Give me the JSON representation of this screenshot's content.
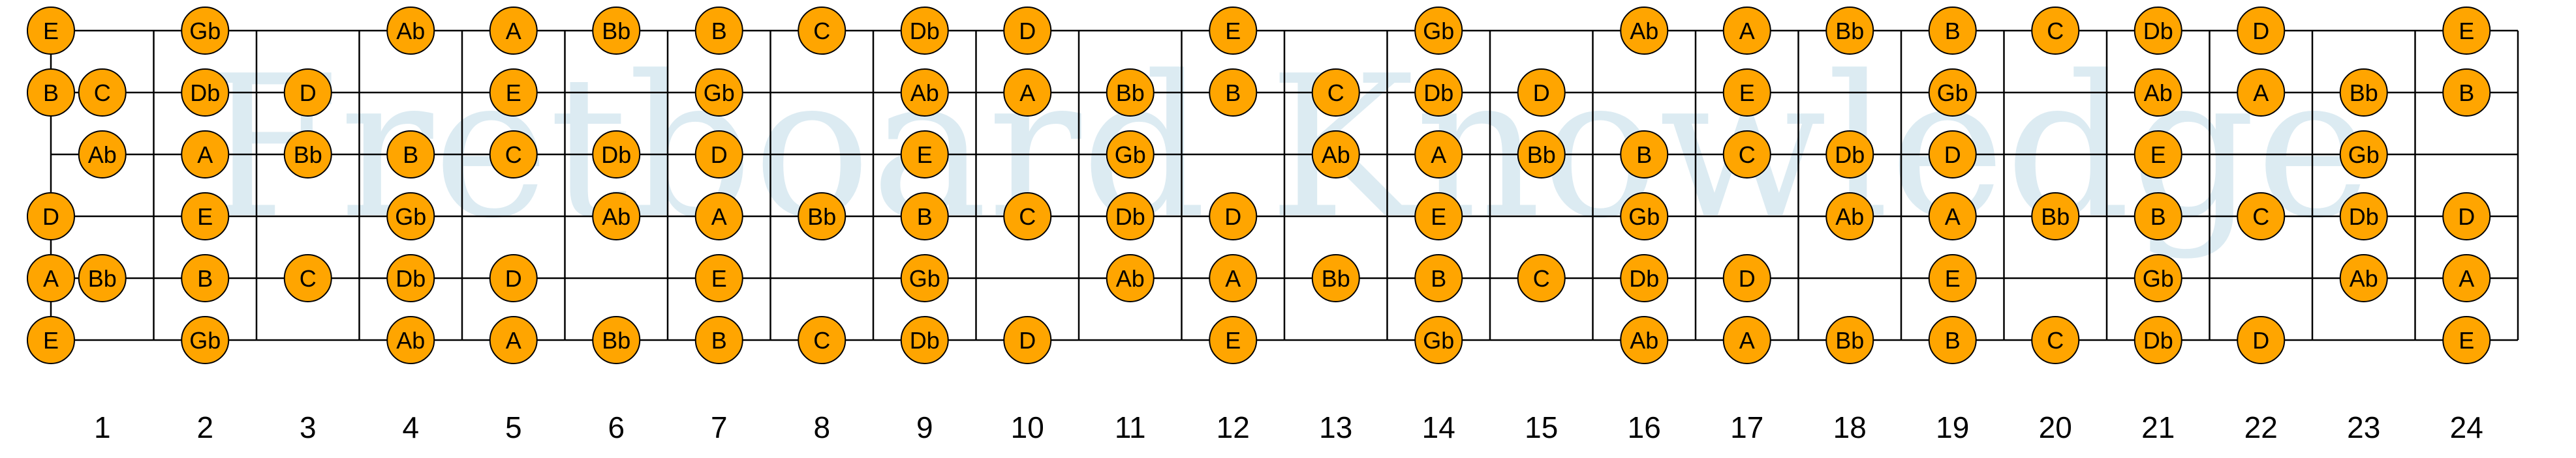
{
  "colors": {
    "note_fill": "#FFA500",
    "note_stroke": "#000000",
    "line": "#000000",
    "watermark": "#DCEBF2",
    "text": "#000000"
  },
  "watermark": {
    "text": "Fretboard Knowledge"
  },
  "fret_numbers": [
    "1",
    "2",
    "3",
    "4",
    "5",
    "6",
    "7",
    "8",
    "9",
    "10",
    "11",
    "12",
    "13",
    "14",
    "15",
    "16",
    "17",
    "18",
    "19",
    "20",
    "21",
    "22",
    "23",
    "24"
  ],
  "strings": [
    {
      "name": "high-e",
      "notes": [
        {
          "fret": 0,
          "note": "E"
        },
        {
          "fret": 2,
          "note": "Gb"
        },
        {
          "fret": 4,
          "note": "Ab"
        },
        {
          "fret": 5,
          "note": "A"
        },
        {
          "fret": 6,
          "note": "Bb"
        },
        {
          "fret": 7,
          "note": "B"
        },
        {
          "fret": 8,
          "note": "C"
        },
        {
          "fret": 9,
          "note": "Db"
        },
        {
          "fret": 10,
          "note": "D"
        },
        {
          "fret": 12,
          "note": "E"
        },
        {
          "fret": 14,
          "note": "Gb"
        },
        {
          "fret": 16,
          "note": "Ab"
        },
        {
          "fret": 17,
          "note": "A"
        },
        {
          "fret": 18,
          "note": "Bb"
        },
        {
          "fret": 19,
          "note": "B"
        },
        {
          "fret": 20,
          "note": "C"
        },
        {
          "fret": 21,
          "note": "Db"
        },
        {
          "fret": 22,
          "note": "D"
        },
        {
          "fret": 24,
          "note": "E"
        }
      ]
    },
    {
      "name": "b",
      "notes": [
        {
          "fret": 0,
          "note": "B"
        },
        {
          "fret": 1,
          "note": "C"
        },
        {
          "fret": 2,
          "note": "Db"
        },
        {
          "fret": 3,
          "note": "D"
        },
        {
          "fret": 5,
          "note": "E"
        },
        {
          "fret": 7,
          "note": "Gb"
        },
        {
          "fret": 9,
          "note": "Ab"
        },
        {
          "fret": 10,
          "note": "A"
        },
        {
          "fret": 11,
          "note": "Bb"
        },
        {
          "fret": 12,
          "note": "B"
        },
        {
          "fret": 13,
          "note": "C"
        },
        {
          "fret": 14,
          "note": "Db"
        },
        {
          "fret": 15,
          "note": "D"
        },
        {
          "fret": 17,
          "note": "E"
        },
        {
          "fret": 19,
          "note": "Gb"
        },
        {
          "fret": 21,
          "note": "Ab"
        },
        {
          "fret": 22,
          "note": "A"
        },
        {
          "fret": 23,
          "note": "Bb"
        },
        {
          "fret": 24,
          "note": "B"
        }
      ]
    },
    {
      "name": "g",
      "notes": [
        {
          "fret": 1,
          "note": "Ab"
        },
        {
          "fret": 2,
          "note": "A"
        },
        {
          "fret": 3,
          "note": "Bb"
        },
        {
          "fret": 4,
          "note": "B"
        },
        {
          "fret": 5,
          "note": "C"
        },
        {
          "fret": 6,
          "note": "Db"
        },
        {
          "fret": 7,
          "note": "D"
        },
        {
          "fret": 9,
          "note": "E"
        },
        {
          "fret": 11,
          "note": "Gb"
        },
        {
          "fret": 13,
          "note": "Ab"
        },
        {
          "fret": 14,
          "note": "A"
        },
        {
          "fret": 15,
          "note": "Bb"
        },
        {
          "fret": 16,
          "note": "B"
        },
        {
          "fret": 17,
          "note": "C"
        },
        {
          "fret": 18,
          "note": "Db"
        },
        {
          "fret": 19,
          "note": "D"
        },
        {
          "fret": 21,
          "note": "E"
        },
        {
          "fret": 23,
          "note": "Gb"
        }
      ]
    },
    {
      "name": "d",
      "notes": [
        {
          "fret": 0,
          "note": "D"
        },
        {
          "fret": 2,
          "note": "E"
        },
        {
          "fret": 4,
          "note": "Gb"
        },
        {
          "fret": 6,
          "note": "Ab"
        },
        {
          "fret": 7,
          "note": "A"
        },
        {
          "fret": 8,
          "note": "Bb"
        },
        {
          "fret": 9,
          "note": "B"
        },
        {
          "fret": 10,
          "note": "C"
        },
        {
          "fret": 11,
          "note": "Db"
        },
        {
          "fret": 12,
          "note": "D"
        },
        {
          "fret": 14,
          "note": "E"
        },
        {
          "fret": 16,
          "note": "Gb"
        },
        {
          "fret": 18,
          "note": "Ab"
        },
        {
          "fret": 19,
          "note": "A"
        },
        {
          "fret": 20,
          "note": "Bb"
        },
        {
          "fret": 21,
          "note": "B"
        },
        {
          "fret": 22,
          "note": "C"
        },
        {
          "fret": 23,
          "note": "Db"
        },
        {
          "fret": 24,
          "note": "D"
        }
      ]
    },
    {
      "name": "a",
      "notes": [
        {
          "fret": 0,
          "note": "A"
        },
        {
          "fret": 1,
          "note": "Bb"
        },
        {
          "fret": 2,
          "note": "B"
        },
        {
          "fret": 3,
          "note": "C"
        },
        {
          "fret": 4,
          "note": "Db"
        },
        {
          "fret": 5,
          "note": "D"
        },
        {
          "fret": 7,
          "note": "E"
        },
        {
          "fret": 9,
          "note": "Gb"
        },
        {
          "fret": 11,
          "note": "Ab"
        },
        {
          "fret": 12,
          "note": "A"
        },
        {
          "fret": 13,
          "note": "Bb"
        },
        {
          "fret": 14,
          "note": "B"
        },
        {
          "fret": 15,
          "note": "C"
        },
        {
          "fret": 16,
          "note": "Db"
        },
        {
          "fret": 17,
          "note": "D"
        },
        {
          "fret": 19,
          "note": "E"
        },
        {
          "fret": 21,
          "note": "Gb"
        },
        {
          "fret": 23,
          "note": "Ab"
        },
        {
          "fret": 24,
          "note": "A"
        }
      ]
    },
    {
      "name": "low-e",
      "notes": [
        {
          "fret": 0,
          "note": "E"
        },
        {
          "fret": 2,
          "note": "Gb"
        },
        {
          "fret": 4,
          "note": "Ab"
        },
        {
          "fret": 5,
          "note": "A"
        },
        {
          "fret": 6,
          "note": "Bb"
        },
        {
          "fret": 7,
          "note": "B"
        },
        {
          "fret": 8,
          "note": "C"
        },
        {
          "fret": 9,
          "note": "Db"
        },
        {
          "fret": 10,
          "note": "D"
        },
        {
          "fret": 12,
          "note": "E"
        },
        {
          "fret": 14,
          "note": "Gb"
        },
        {
          "fret": 16,
          "note": "Ab"
        },
        {
          "fret": 17,
          "note": "A"
        },
        {
          "fret": 18,
          "note": "Bb"
        },
        {
          "fret": 19,
          "note": "B"
        },
        {
          "fret": 20,
          "note": "C"
        },
        {
          "fret": 21,
          "note": "Db"
        },
        {
          "fret": 22,
          "note": "D"
        },
        {
          "fret": 24,
          "note": "E"
        }
      ]
    }
  ]
}
